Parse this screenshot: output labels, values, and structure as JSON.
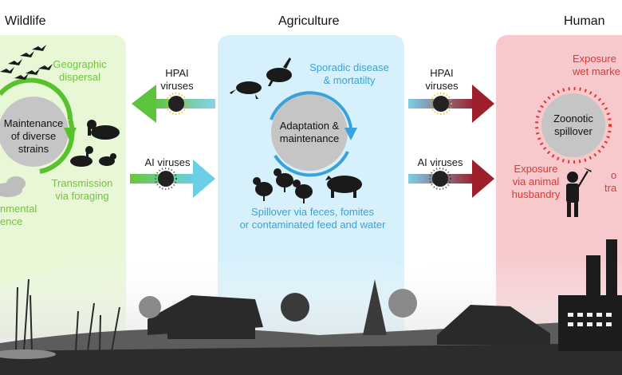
{
  "sections": {
    "wildlife": "Wildlife",
    "agriculture": "Agriculture",
    "human": "Human"
  },
  "wildlife": {
    "geo_line1": "Geographic",
    "geo_line2": "dispersal",
    "circle_line1": "Maintenance",
    "circle_line2": "of diverse",
    "circle_line3": "strains",
    "trans_line1": "Transmission",
    "trans_line2": "via foraging",
    "env_line1": "nmental",
    "env_line2": "ence"
  },
  "arrows_left": {
    "hpai_line1": "HPAI",
    "hpai_line2": "viruses",
    "ai": "AI viruses"
  },
  "agriculture": {
    "sporadic_line1": "Sporadic disease",
    "sporadic_line2": "& mortatilty",
    "circle_line1": "Adaptation &",
    "circle_line2": "maintenance",
    "spill_line1": "Spillover via feces, fomites",
    "spill_line2": "or contaminated feed and water"
  },
  "arrows_right": {
    "hpai_line1": "HPAI",
    "hpai_line2": "viruses",
    "ai": "AI viruses"
  },
  "human": {
    "wet_line1": "Exposure",
    "wet_line2": "wet marke",
    "circle_line1": "Zoonotic",
    "circle_line2": "spillover",
    "husb_line1": "Exposure",
    "husb_line2": "via animal",
    "husb_line3": "husbandry",
    "tra_line1": "o",
    "tra_line2": "tra"
  },
  "colors": {
    "wildlife_panel": "#e8f7d6",
    "agriculture_panel": "#d6f1fb",
    "human_panel": "#f7c9cc",
    "green": "#6ec63a",
    "blue": "#3aa2d8",
    "red": "#e2362f",
    "dark_red": "#a8262c"
  },
  "icons": [
    "flying-geese-icon",
    "duck-icon",
    "chicken-icon",
    "pig-icon",
    "virus-icon",
    "farmer-icon",
    "factory-icon",
    "farm-house-icon",
    "tree-icon"
  ]
}
